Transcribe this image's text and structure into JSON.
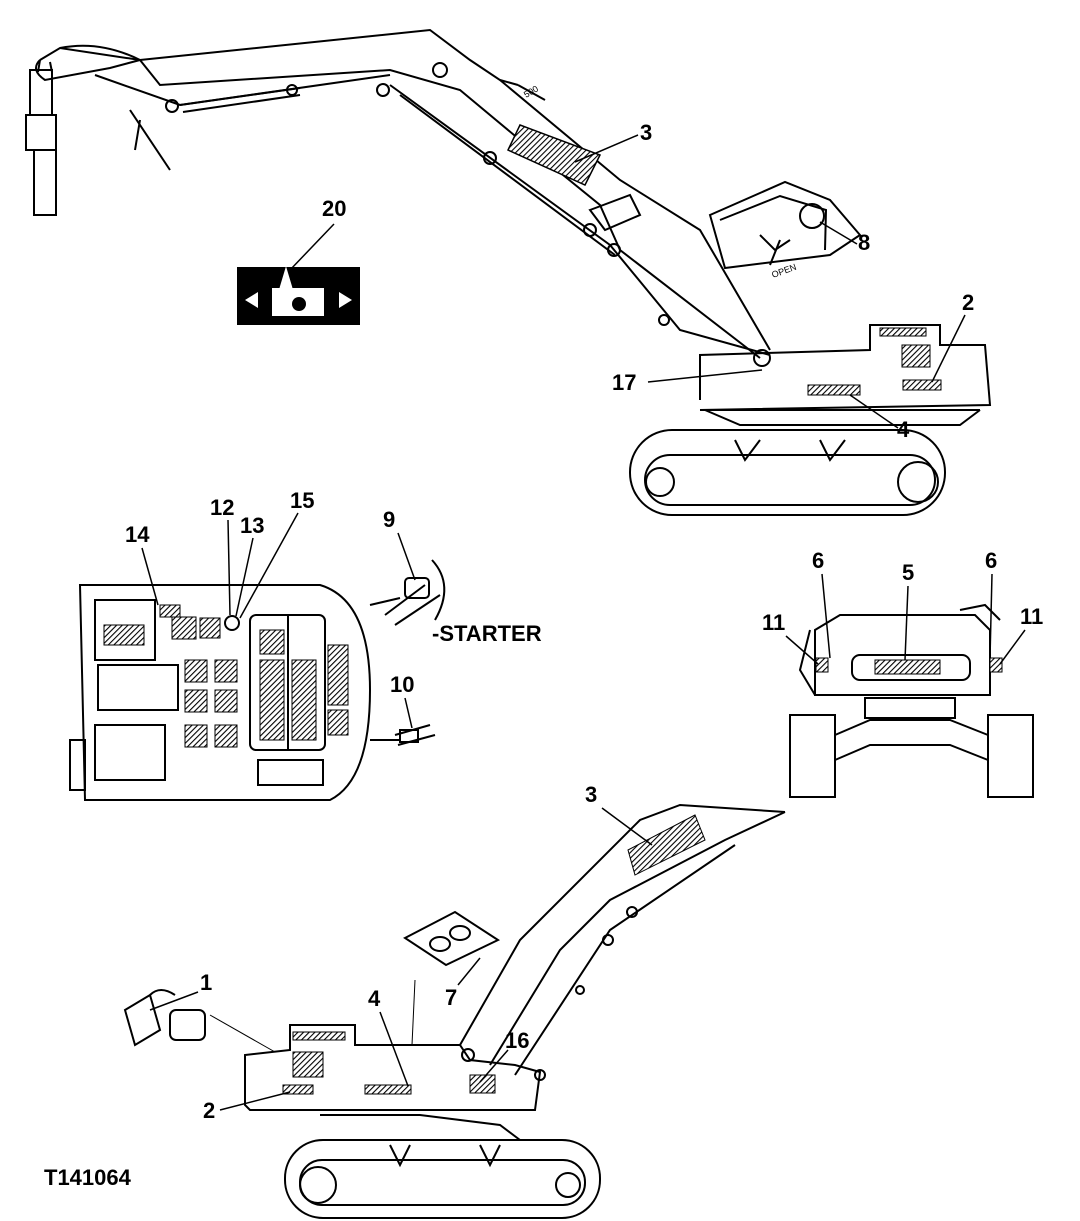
{
  "figure_id": "T141064",
  "callouts": {
    "c1": "1",
    "c2a": "2",
    "c2b": "2",
    "c3a": "3",
    "c3b": "3",
    "c4a": "4",
    "c4b": "4",
    "c5": "5",
    "c6a": "6",
    "c6b": "6",
    "c7": "7",
    "c8": "8",
    "c9": "9",
    "c10": "10",
    "c11a": "11",
    "c11b": "11",
    "c12": "12",
    "c13": "13",
    "c14": "14",
    "c15": "15",
    "c16": "16",
    "c17": "17",
    "c20": "20"
  },
  "labels": {
    "starter": "-STARTER",
    "open": "OPEN",
    "boom_dim": "500"
  }
}
